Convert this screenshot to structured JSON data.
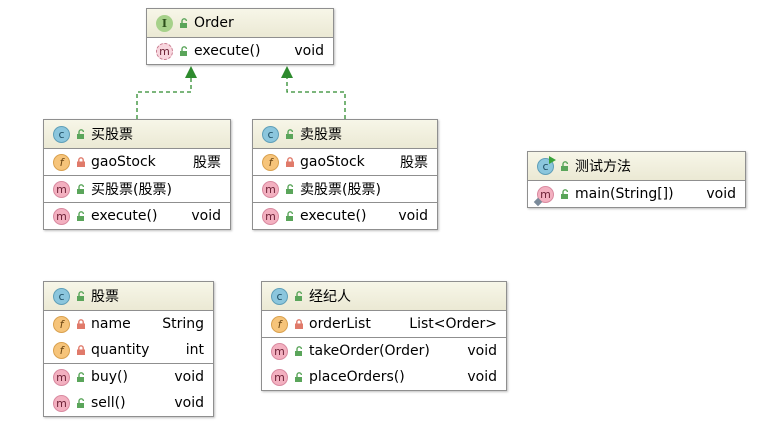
{
  "classes": {
    "order": {
      "name": "Order",
      "kind": "interface",
      "methods": [
        {
          "name": "execute()",
          "type": "void"
        }
      ]
    },
    "buy_stock": {
      "name": "买股票",
      "kind": "class",
      "fields": [
        {
          "name": "gaoStock",
          "type": "股票"
        }
      ],
      "constructors": [
        {
          "name": "买股票(股票)",
          "type": ""
        }
      ],
      "methods": [
        {
          "name": "execute()",
          "type": "void"
        }
      ]
    },
    "sell_stock": {
      "name": "卖股票",
      "kind": "class",
      "fields": [
        {
          "name": "gaoStock",
          "type": "股票"
        }
      ],
      "constructors": [
        {
          "name": "卖股票(股票)",
          "type": ""
        }
      ],
      "methods": [
        {
          "name": "execute()",
          "type": "void"
        }
      ]
    },
    "test_method": {
      "name": "测试方法",
      "kind": "class",
      "methods": [
        {
          "name": "main(String[])",
          "type": "void"
        }
      ]
    },
    "stock": {
      "name": "股票",
      "kind": "class",
      "fields": [
        {
          "name": "name",
          "type": "String"
        },
        {
          "name": "quantity",
          "type": "int"
        }
      ],
      "methods": [
        {
          "name": "buy()",
          "type": "void"
        },
        {
          "name": "sell()",
          "type": "void"
        }
      ]
    },
    "broker": {
      "name": "经纪人",
      "kind": "class",
      "fields": [
        {
          "name": "orderList",
          "type": "List<Order>"
        }
      ],
      "methods": [
        {
          "name": "takeOrder(Order)",
          "type": "void"
        },
        {
          "name": "placeOrders()",
          "type": "void"
        }
      ]
    }
  },
  "relations": [
    {
      "from": "买股票",
      "to": "Order",
      "type": "implements"
    },
    {
      "from": "卖股票",
      "to": "Order",
      "type": "implements"
    }
  ],
  "icons": {
    "interface": "interface-icon",
    "class": "class-icon",
    "field": "field-icon",
    "method": "method-icon",
    "public": "public-unlock-icon",
    "private": "private-lock-icon"
  },
  "colors": {
    "arrow": "#2e8b2e",
    "header_bg": "#f0efdc",
    "border": "#8f8f8f"
  }
}
